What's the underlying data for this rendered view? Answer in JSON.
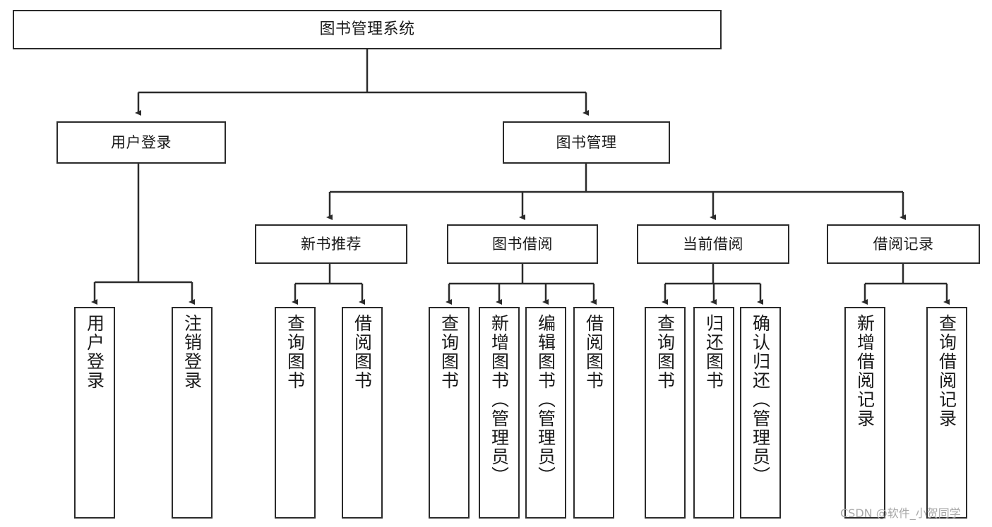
{
  "diagram": {
    "title": "图书管理系统",
    "watermark": "CSDN @软件_小贺同学",
    "stroke_color": "#2b2b2b",
    "background_color": "#ffffff",
    "nodes": {
      "root": {
        "label": "图书管理系统"
      },
      "l2": [
        {
          "label": "用户登录"
        },
        {
          "label": "图书管理"
        }
      ],
      "l3": [
        {
          "label": "新书推荐"
        },
        {
          "label": "图书借阅"
        },
        {
          "label": "当前借阅"
        },
        {
          "label": "借阅记录"
        }
      ],
      "leaves": [
        {
          "label": "用户登录"
        },
        {
          "label": "注销登录"
        },
        {
          "label": "查询图书"
        },
        {
          "label": "借阅图书"
        },
        {
          "label": "查询图书"
        },
        {
          "label": "新增图书（管理员）"
        },
        {
          "label": "编辑图书（管理员）"
        },
        {
          "label": "借阅图书"
        },
        {
          "label": "查询图书"
        },
        {
          "label": "归还图书"
        },
        {
          "label": "确认归还（管理员）"
        },
        {
          "label": "新增借阅记录"
        },
        {
          "label": "查询借阅记录"
        }
      ]
    }
  }
}
